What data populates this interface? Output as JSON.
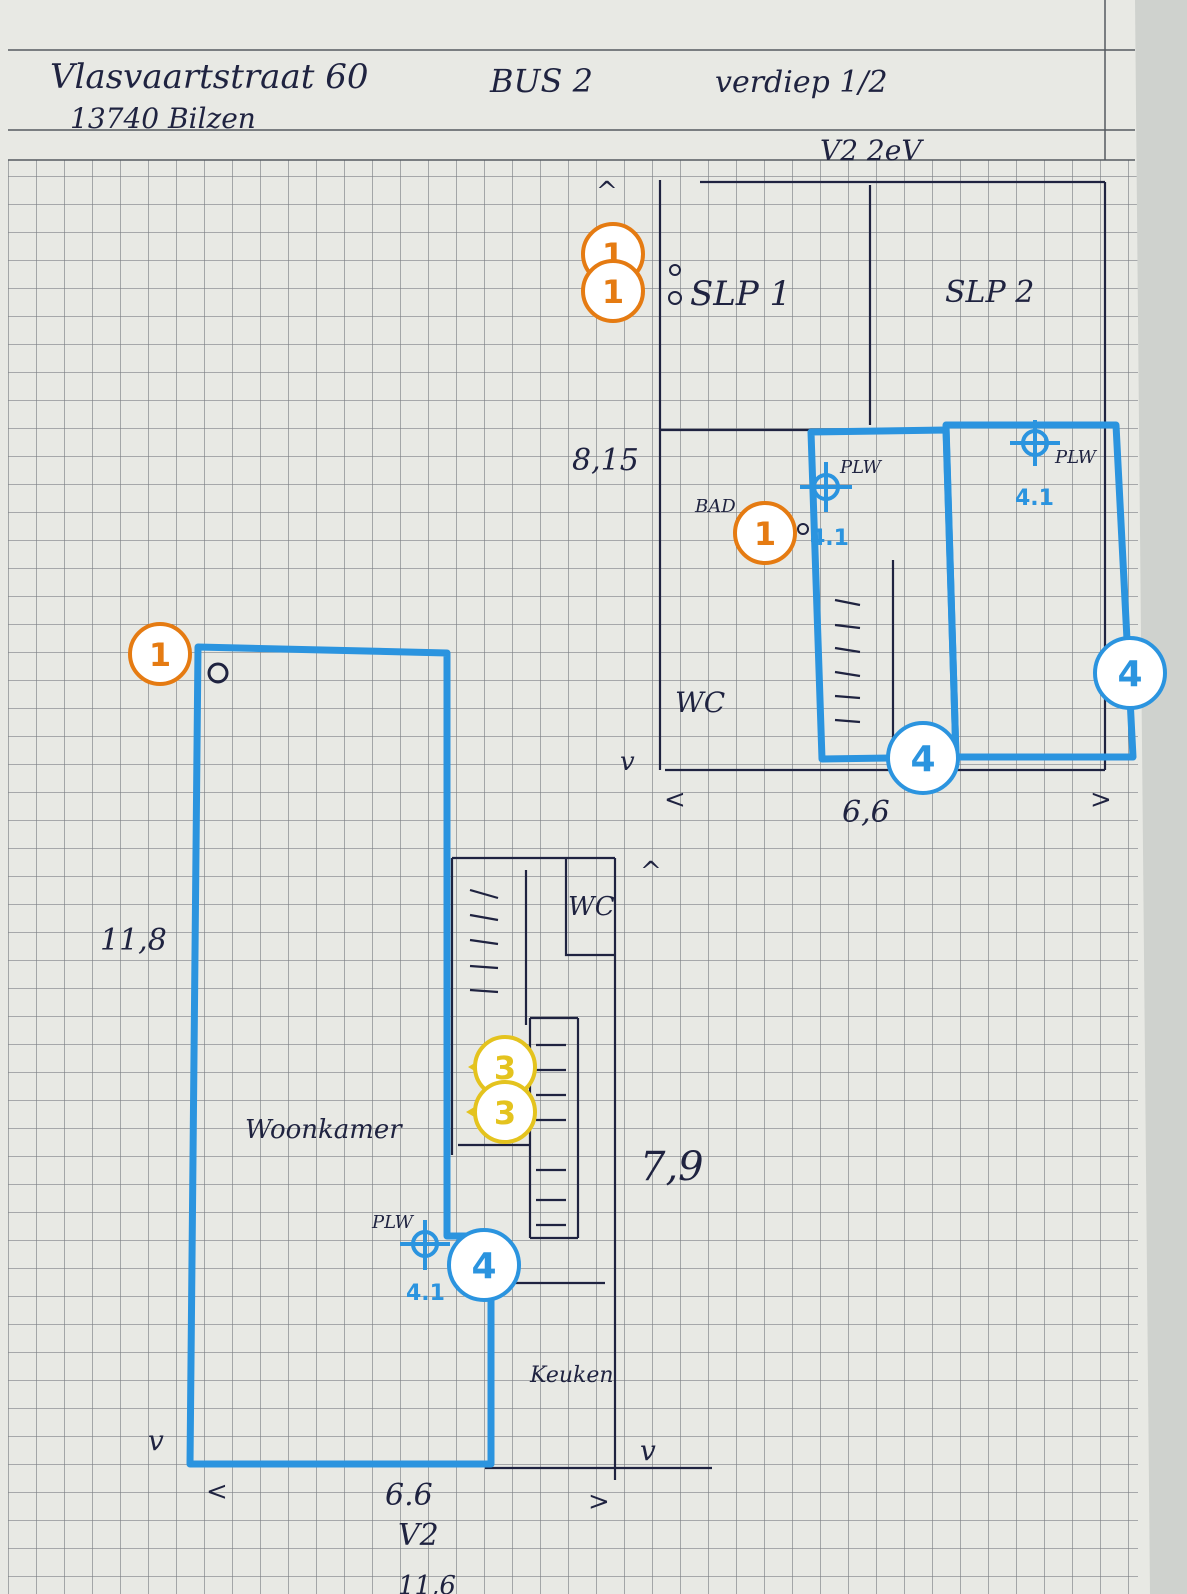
{
  "header": {
    "address_line1": "Vlasvaartstraat 60",
    "address_line2": "13740 Bilzen",
    "bus": "BUS 2",
    "floor_note": "verdiep 1/2",
    "floor_label": "V2 2eV"
  },
  "upper_plan": {
    "room_slp1": "SLP 1",
    "room_slp2": "SLP 2",
    "room_wc": "WC",
    "room_bad": "BAD",
    "dimension_depth": "8,15",
    "dimension_width": "6,6",
    "plw_label_left": "PLW",
    "plw_label_right": "PLW"
  },
  "lower_plan": {
    "dimension_depth_left": "11,8",
    "dimension_depth_right": "7,9",
    "dimension_width": "6.6",
    "floor_label": "V2",
    "room_living": "Woonkamer",
    "room_kitchen": "Keuken",
    "room_wc": "WC",
    "plw_label": "PLW",
    "bottom_scribble": "11,6"
  },
  "annotations": {
    "badge_1": "1",
    "badge_3": "3",
    "badge_4": "4",
    "target_label": "4.1"
  },
  "colors": {
    "paper": "#e8e9e4",
    "grid": "#7d8186",
    "ink": "#1f2340",
    "blue": "#2b94df",
    "orange": "#e57b12",
    "yellow": "#e4c31e"
  }
}
